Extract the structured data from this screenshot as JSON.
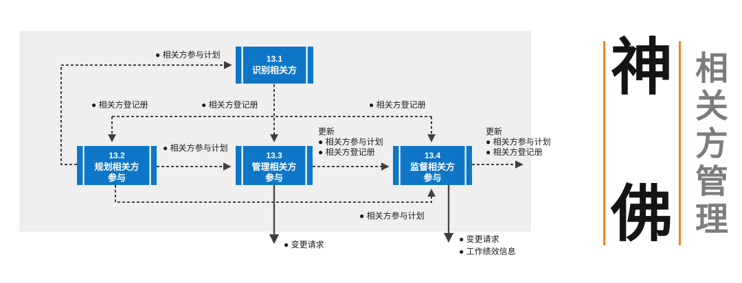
{
  "diagram": {
    "colors": {
      "process_blue": "#0e76c6",
      "canvas_gray": "#efefef",
      "connector_dark": "#3f3f3f"
    },
    "boxes": [
      {
        "number": "13.1",
        "line1": "识别相关方",
        "line2": ""
      },
      {
        "number": "13.2",
        "line1": "规划相关方",
        "line2": "参与"
      },
      {
        "number": "13.3",
        "line1": "管理相关方",
        "line2": "参与"
      },
      {
        "number": "13.4",
        "line1": "监督相关方",
        "line2": "参与"
      }
    ],
    "labels": {
      "plan_to_131": "● 相关方参与计划",
      "register_1": "● 相关方登记册",
      "register_2": "● 相关方登记册",
      "register_3": "● 相关方登记册",
      "plan_132_to_133": "● 相关方参与计划",
      "updates_title_mid": "更新",
      "updates_plan_mid": "● 相关方参与计划",
      "updates_register_mid": "● 相关方登记册",
      "updates_title_right": "更新",
      "updates_plan_right": "● 相关方参与计划",
      "updates_register_right": "● 相关方登记册",
      "plan_to_134": "● 相关方参与计划",
      "change_requests_133": "● 变更请求",
      "change_requests_134": "● 变更请求",
      "work_performance_info": "● 工作绩效信息"
    }
  },
  "branding": {
    "char_top": "神",
    "char_bottom": "佛",
    "vertical_title": "相关方管理",
    "accent_orange": "#f5831f",
    "title_gray": "#7d7d7d"
  }
}
